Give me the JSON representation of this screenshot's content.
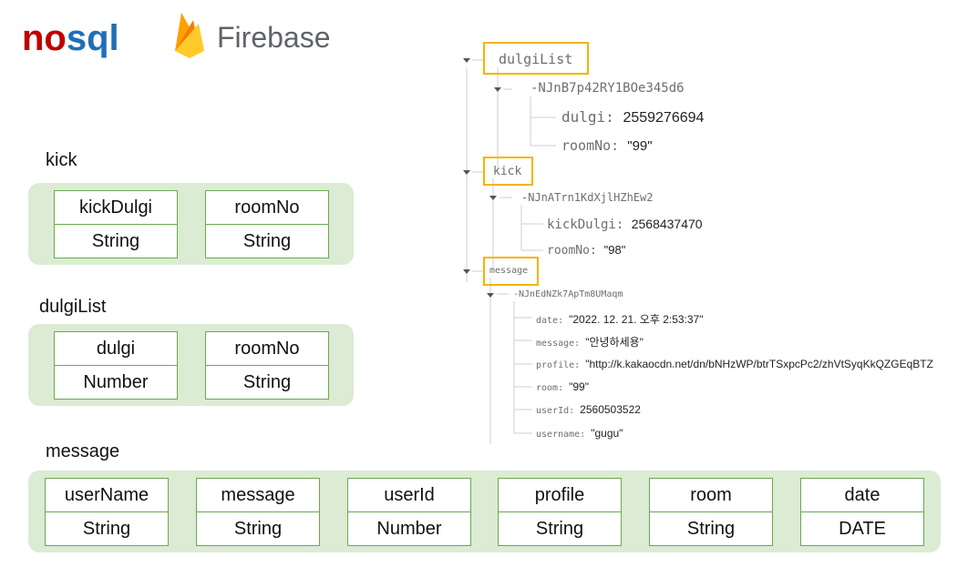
{
  "header": {
    "nosql_left": "no",
    "nosql_right": "sql",
    "firebase": "Firebase"
  },
  "colors": {
    "nosql_red": "#c00000",
    "nosql_blue": "#1f6fb5",
    "group_bg": "#dcebd3",
    "field_border": "#6aa84f",
    "highlight": "#f4b400"
  },
  "schema": {
    "kick": {
      "title": "kick",
      "fields": [
        {
          "name": "kickDulgi",
          "type": "String"
        },
        {
          "name": "roomNo",
          "type": "String"
        }
      ]
    },
    "dulgiList": {
      "title": "dulgiList",
      "fields": [
        {
          "name": "dulgi",
          "type": "Number"
        },
        {
          "name": "roomNo",
          "type": "String"
        }
      ]
    },
    "message": {
      "title": "message",
      "fields": [
        {
          "name": "userName",
          "type": "String"
        },
        {
          "name": "message",
          "type": "String"
        },
        {
          "name": "userId",
          "type": "Number"
        },
        {
          "name": "profile",
          "type": "String"
        },
        {
          "name": "room",
          "type": "String"
        },
        {
          "name": "date",
          "type": "DATE"
        }
      ]
    }
  },
  "tree": {
    "dulgiList": {
      "label": "dulgiList",
      "child": "-NJnB7p42RY1BOe345d6",
      "fields": [
        {
          "key": "dulgi: ",
          "value": "2559276694"
        },
        {
          "key": "roomNo: ",
          "value": "\"99\""
        }
      ]
    },
    "kick": {
      "label": "kick",
      "child": "-NJnATrn1KdXjlHZhEw2",
      "fields": [
        {
          "key": "kickDulgi: ",
          "value": "2568437470"
        },
        {
          "key": "roomNo: ",
          "value": "\"98\""
        }
      ]
    },
    "message": {
      "label": "message",
      "child": "-NJnEdNZk7ApTm8UMaqm",
      "fields": [
        {
          "key": "date: ",
          "value": "\"2022. 12. 21. 오후 2:53:37\""
        },
        {
          "key": "message: ",
          "value": "\"안녕하세용\""
        },
        {
          "key": "profile: ",
          "value": "\"http://k.kakaocdn.net/dn/bNHzWP/btrTSxpcPc2/zhVtSyqKkQZGEqBTZ"
        },
        {
          "key": "room: ",
          "value": "\"99\""
        },
        {
          "key": "userId: ",
          "value": "2560503522"
        },
        {
          "key": "username: ",
          "value": "\"gugu\""
        }
      ]
    }
  }
}
